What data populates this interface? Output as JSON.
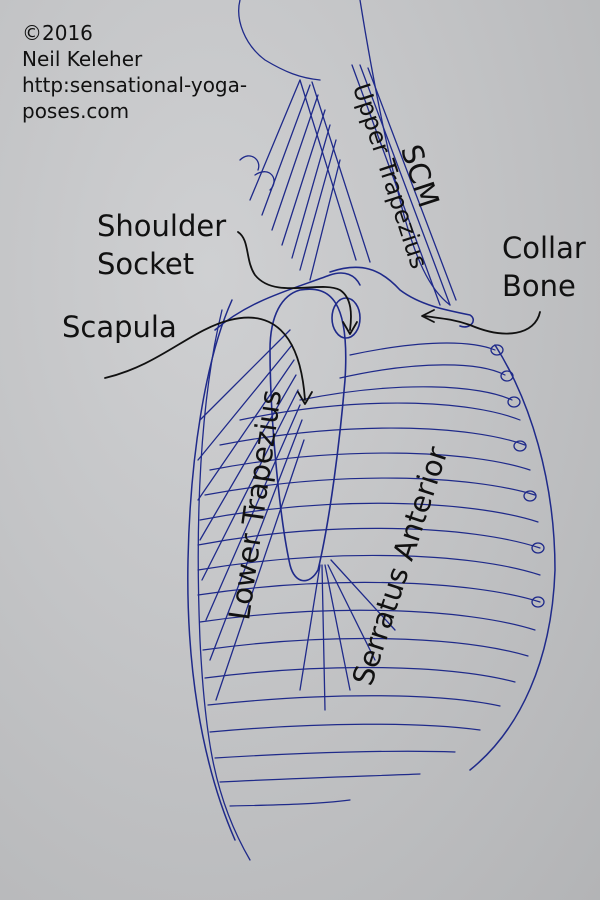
{
  "credit": {
    "line1": "©2016",
    "line2": "Neil Keleher",
    "line3": "http:sensational-yoga-",
    "line4": "poses.com"
  },
  "labels": {
    "shoulder1": "Shoulder",
    "shoulder2": "Socket",
    "scapula": "Scapula",
    "collar1": "Collar",
    "collar2": "Bone",
    "upper_trap": "Upper Trapezius",
    "scm": "SCM",
    "lower_trap": "Lower Trapezius",
    "serratus": "Serratus Anterior"
  },
  "colors": {
    "ink": "#1f2a8a",
    "text": "#111111",
    "paper": "#c4c5c7"
  }
}
